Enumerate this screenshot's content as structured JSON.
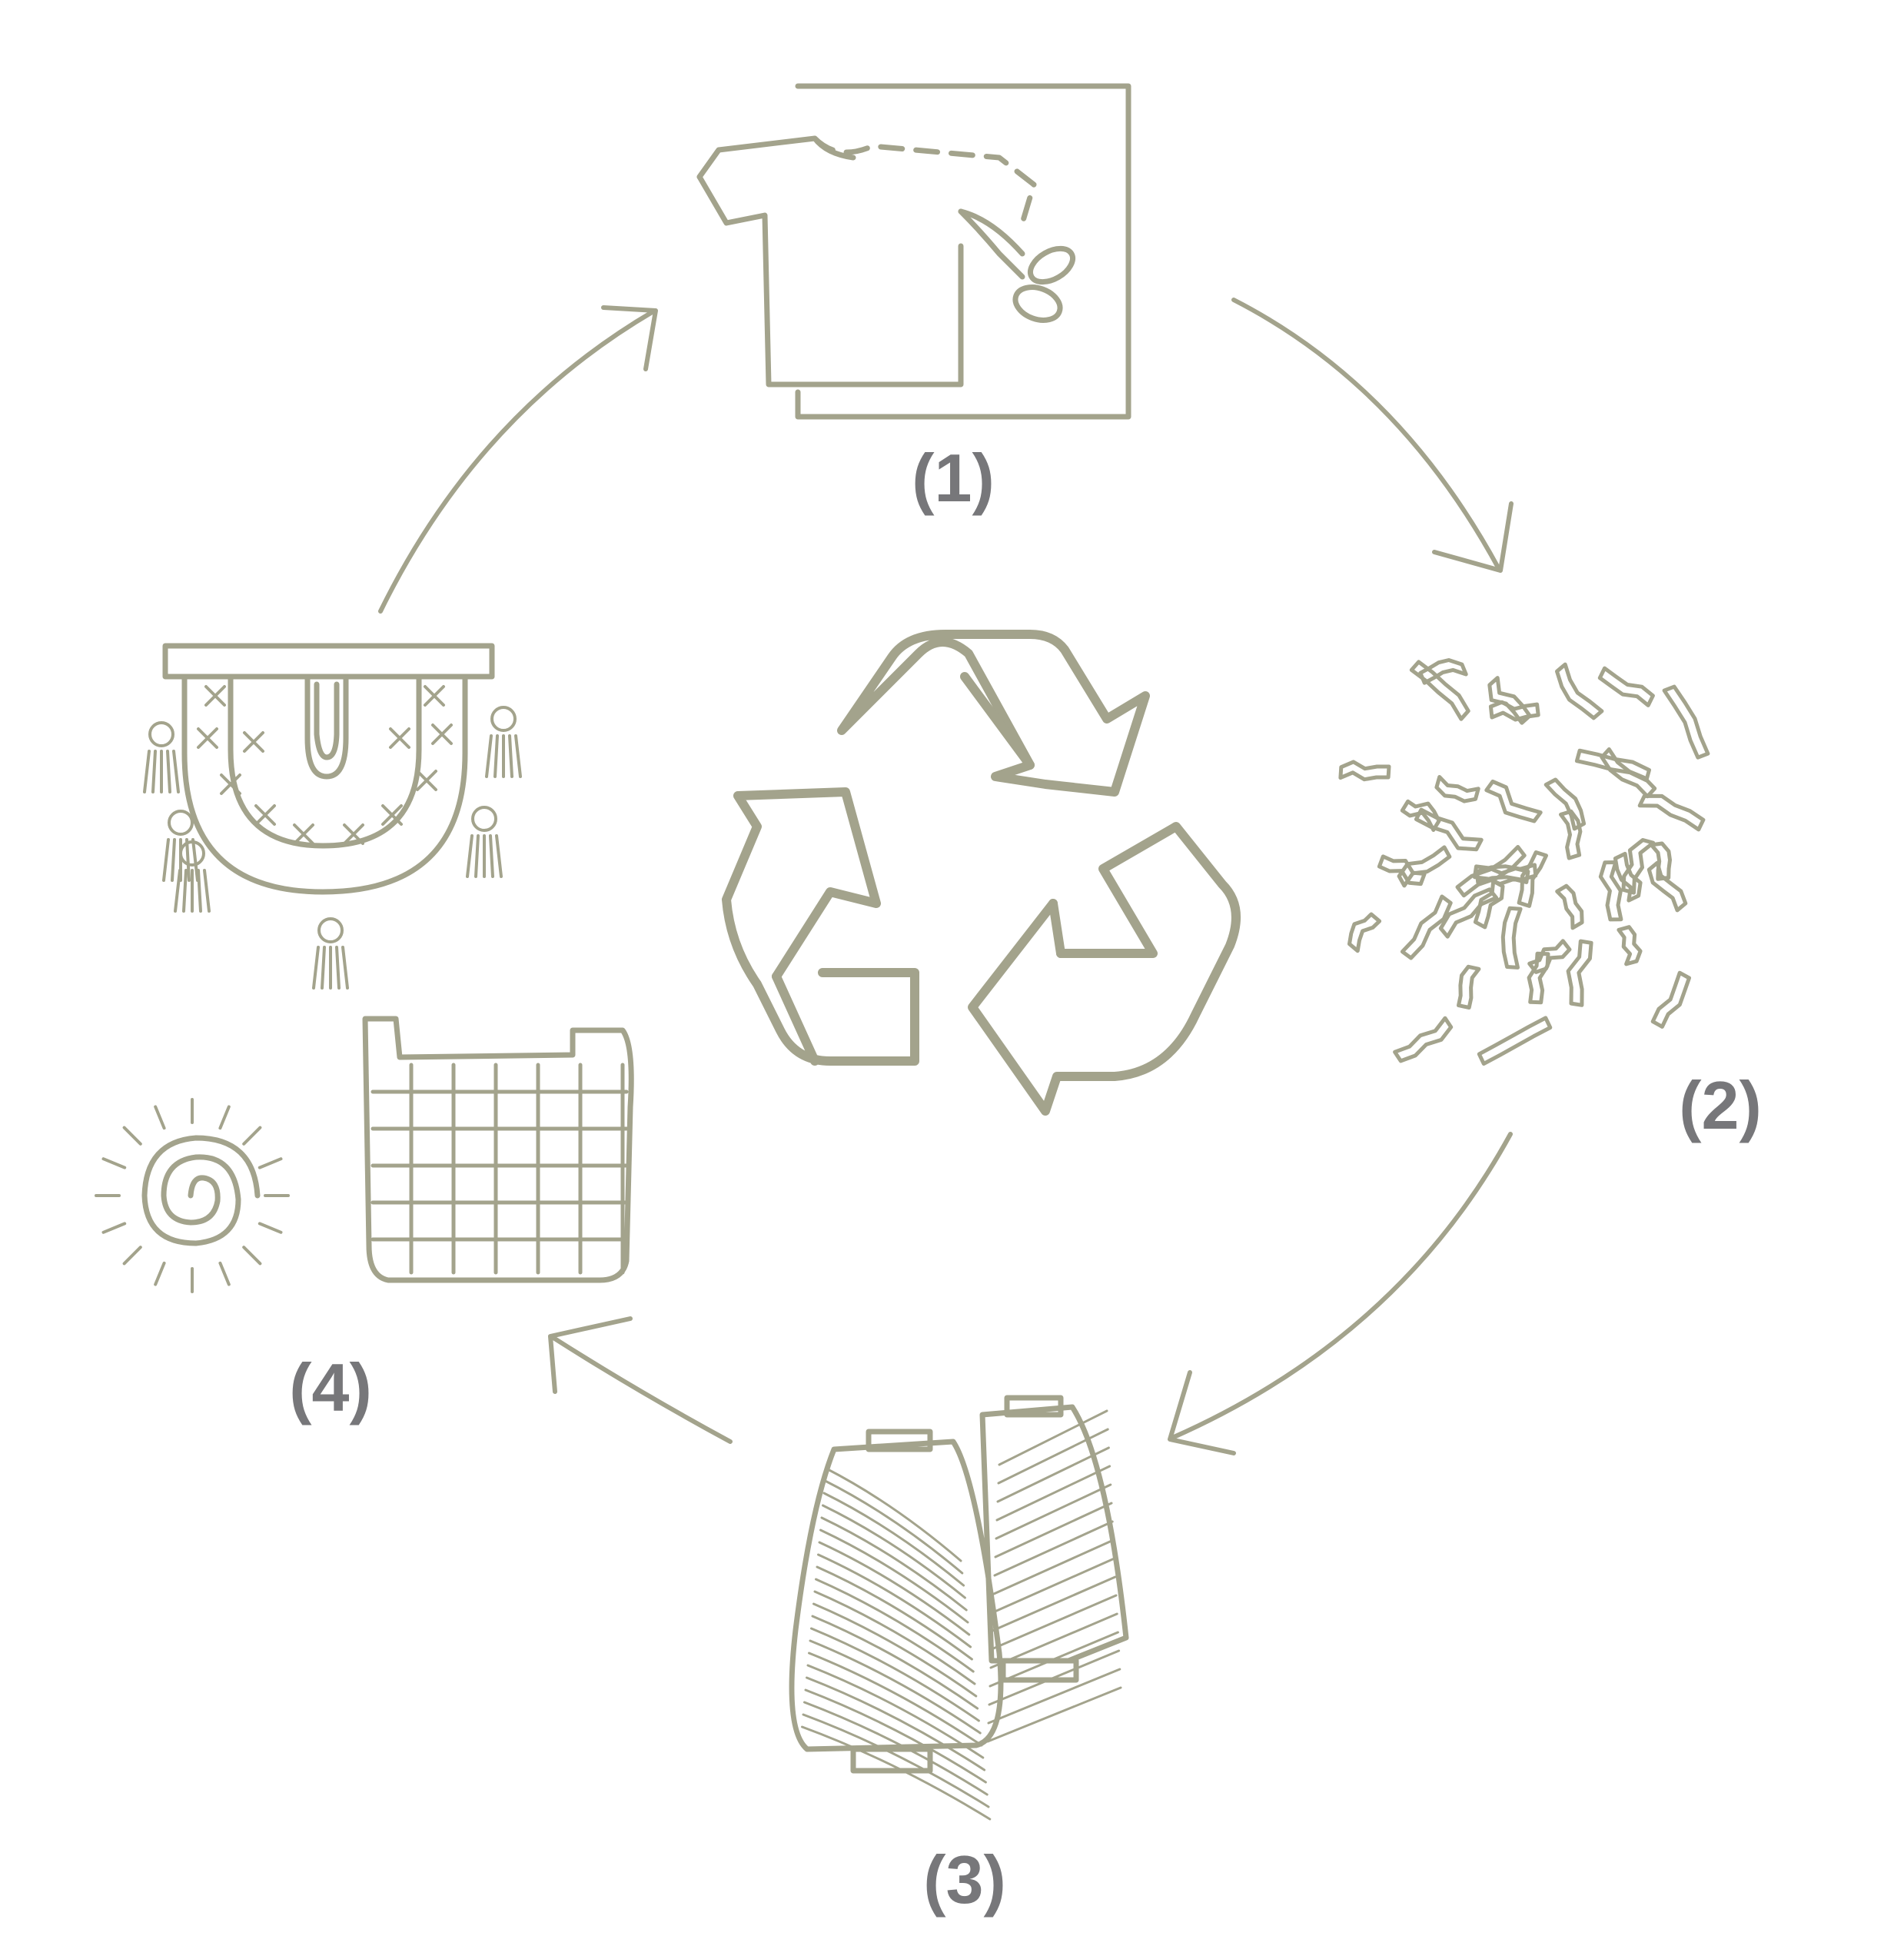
{
  "colors": {
    "ink": "#a3a38c",
    "label": "#77777a",
    "background": "#ffffff"
  },
  "cycle": {
    "center_icon": "recycle-icon",
    "steps": [
      {
        "label": "(1)",
        "icon": "t-shirt-cut-icon"
      },
      {
        "label": "(2)",
        "icon": "fabric-scraps-icon"
      },
      {
        "label": "(3)",
        "icon": "yarn-cones-icon"
      },
      {
        "label": "(4)",
        "icon": "woven-products-icon"
      }
    ],
    "arrows": [
      "arrow-1-to-2-icon",
      "arrow-2-to-3-icon",
      "arrow-3-to-4-icon",
      "arrow-4-to-1-icon"
    ]
  }
}
